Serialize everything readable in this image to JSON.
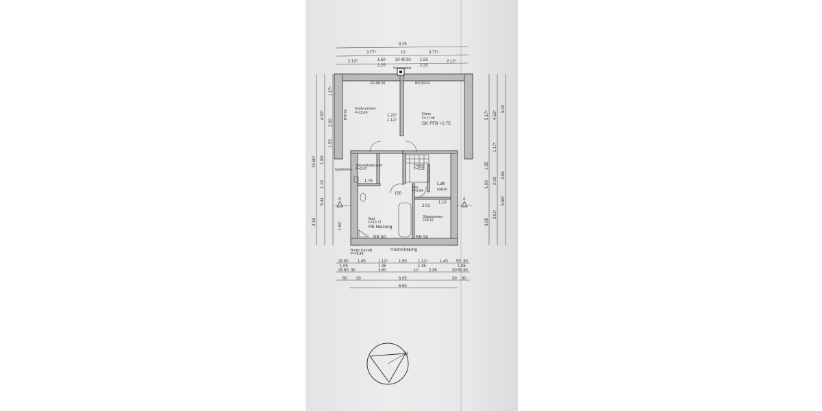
{
  "plan": {
    "top_dims": {
      "total": "8.25",
      "row2": [
        "3.77⁵",
        "10",
        "3.77⁵"
      ],
      "row3": [
        "2.12⁵",
        "1.50",
        "2.25",
        "30",
        "40",
        "30",
        "1.50",
        "2.25",
        "2.12⁵"
      ]
    },
    "bottom_dims": {
      "row1": [
        "30",
        "50",
        "1.45",
        "1.12⁵",
        "1.50",
        "1.12⁵",
        "1.45",
        "50",
        "30"
      ],
      "row1b": [
        "1.05",
        "1.35",
        "1.35",
        "1.05"
      ],
      "row2": [
        "30",
        "50",
        "30",
        "3.60",
        "10",
        "2.35",
        "30",
        "50",
        "30"
      ],
      "row3": [
        "60",
        "30",
        "6.05",
        "30",
        "60"
      ],
      "total": "6.65"
    },
    "left_dims": [
      "10.56⁵",
      "5.44",
      "4.52⁵",
      "2.00",
      "1.55",
      "1.17⁵",
      "1.98⁵",
      "1.10",
      "3.18",
      "1.60"
    ],
    "right_dims": [
      "5.17⁵",
      "4.52⁵",
      "5.00",
      "1.17⁵",
      "1.35",
      "3.55",
      "2.00",
      "1.00",
      "5.56⁵",
      "2.61⁵",
      "3.08"
    ],
    "labels": {
      "chimney": "Schornstein",
      "window_left": "FG  BR.90",
      "window_right": "BR.90 FG",
      "parapet": "BH=50",
      "kinderzimmer": "Kinderzimmer",
      "kinderzimmer_area": "F=15.49",
      "eltern": "Eltern",
      "eltern_area": "F=17.08",
      "eltern_level": "OK FFB +2,75",
      "dim_122": "1.22⁵",
      "dim_112": "1.12⁵",
      "hauswirtschaft": "Hausarbeitsraum",
      "hauswirtschaft_area": "F=3.47",
      "gastherme": "Gastherme",
      "dim_175": "1.75",
      "treppe": "Treppe",
      "treppe_area": "F=6.33",
      "flur": "Flur",
      "flur_area": "F=6.54",
      "luftraum": "Luft-\nraum",
      "luftraum_line1": "Luft-",
      "luftraum_line2": "raum",
      "dim_150": "150",
      "dim_201": "2.01",
      "dim_110": "1.10",
      "bad": "Bad",
      "bad_area": "F=10.72",
      "bad_heating": "FB-Heizung",
      "gaestezimmer": "Gästezimmer",
      "gaestezimmer_area": "F=8.15",
      "br90_left": "BR.90",
      "br90_right": "BR.90",
      "holzschalung": "Holzschalung",
      "total_area_line1": "Brutto Grundfl.",
      "total_area_line2": "F=78.46",
      "section_a": "A"
    }
  }
}
